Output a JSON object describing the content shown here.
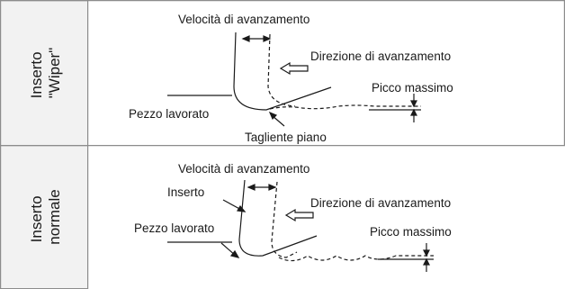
{
  "rows": [
    {
      "side_label": [
        "Inserto",
        "\"Wiper\""
      ],
      "labels": {
        "feed_rate": "Velocità di avanzamento",
        "feed_direction": "Direzione di avanzamento",
        "max_peak": "Picco massimo",
        "workpiece": "Pezzo lavorato",
        "flat_edge": "Tagliente piano"
      }
    },
    {
      "side_label": [
        "Inserto",
        "normale"
      ],
      "labels": {
        "feed_rate": "Velocità di avanzamento",
        "insert": "Inserto",
        "feed_direction": "Direzione di avanzamento",
        "workpiece": "Pezzo lavorato",
        "max_peak": "Picco massimo"
      }
    }
  ],
  "colors": {
    "border": "#8c8c8c",
    "side_bg": "#f2f2f2",
    "line": "#1a1a1a"
  }
}
